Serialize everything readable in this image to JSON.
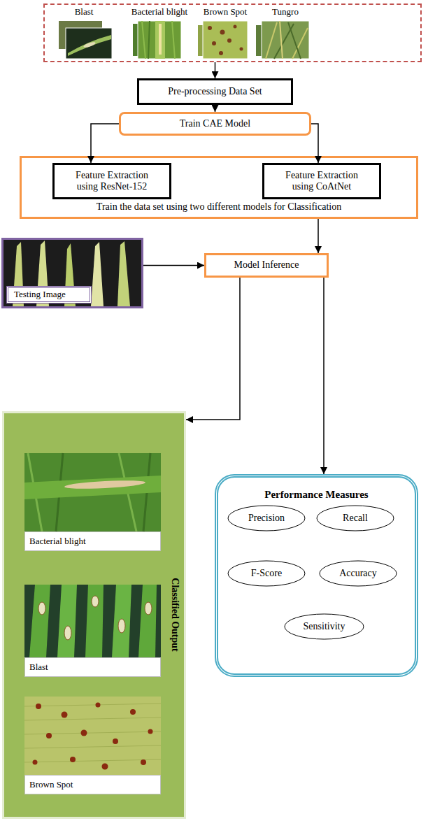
{
  "diagram": {
    "nodes": [
      {
        "text": [
          "Blast",
          "Bacterial blight",
          "Brown Spot",
          "Tungro"
        ]
      },
      {
        "text": [
          "Pre-processing Data Set"
        ]
      },
      {
        "text": [
          "Train CAE Model"
        ]
      },
      {
        "text": [
          "Train the data set using two different models for Classification"
        ]
      },
      {
        "text": [
          "Feature Extraction using ResNet-152"
        ],
        "in": 3
      },
      {
        "text": [
          "Feature Extraction using CoAtNet"
        ],
        "in": 3
      },
      {
        "text": [
          "Testing Image"
        ]
      },
      {
        "text": [
          "Model Inference"
        ]
      },
      {
        "text": [
          "Classified Output"
        ]
      },
      {
        "text": [
          "Bacterial blight"
        ],
        "in": 8
      },
      {
        "text": [
          "Blast"
        ],
        "in": 8
      },
      {
        "text": [
          "Brown Spot"
        ],
        "in": 8
      },
      {
        "text": [
          "Performance Measures"
        ]
      },
      {
        "text": [
          "Precision"
        ],
        "in": 12
      },
      {
        "text": [
          "Recall"
        ],
        "in": 12
      },
      {
        "text": [
          "F-Score"
        ],
        "in": 12
      },
      {
        "text": [
          "Accuracy"
        ],
        "in": 12
      },
      {
        "text": [
          "Sensitivity"
        ],
        "in": 12
      }
    ],
    "edges": [
      {
        "from": 0,
        "to": 1,
        "arrow": "to"
      },
      {
        "from": 1,
        "to": 2,
        "arrow": "to"
      },
      {
        "from": 2,
        "to": 4,
        "arrow": "to"
      },
      {
        "from": 2,
        "to": 5,
        "arrow": "to"
      },
      {
        "from": 3,
        "to": 7,
        "arrow": "to"
      },
      {
        "from": 6,
        "to": 7,
        "arrow": "to"
      },
      {
        "from": 7,
        "to": 8,
        "arrow": "to"
      },
      {
        "from": 7,
        "to": 12,
        "arrow": "to"
      }
    ]
  }
}
